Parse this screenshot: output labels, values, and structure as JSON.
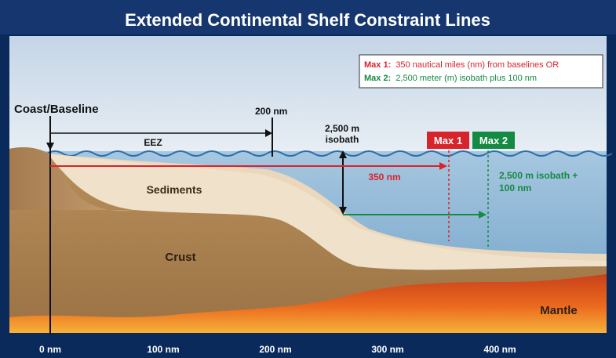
{
  "title": "Extended Continental Shelf Constraint Lines",
  "legend": {
    "max1_label": "Max 1:",
    "max1_text": "350 nautical miles (nm) from baselines OR",
    "max2_label": "Max 2:",
    "max2_text": "2,500 meter (m) isobath plus 100 nm"
  },
  "labels": {
    "coast_baseline": "Coast/Baseline",
    "nm200_marker": "200 nm",
    "eez": "EEZ",
    "isobath_line1": "2,500 m",
    "isobath_line2": "isobath",
    "max1_tag": "Max 1",
    "max2_tag": "Max 2",
    "nm350": "350 nm",
    "max2_note_line1": "2,500 m isobath +",
    "max2_note_line2": "100 nm",
    "sediments": "Sediments",
    "crust": "Crust",
    "mantle": "Mantle"
  },
  "axis_ticks": [
    "0 nm",
    "100 nm",
    "200 nm",
    "300 nm",
    "400 nm"
  ],
  "colors": {
    "title_bg": "#15366f",
    "sky": "#d5e1ed",
    "water": "#8fb7d6",
    "sediment": "#ead7bc",
    "crust": "#b28c5d",
    "mantle": "#e0571c",
    "max1": "#d8232a",
    "max2": "#148a43"
  }
}
